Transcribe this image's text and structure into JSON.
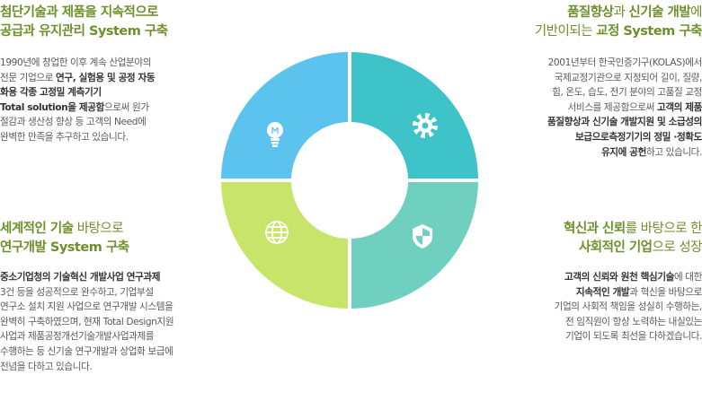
{
  "top_left": {
    "title_line1": "첨단기술과 제품을 지속적으로",
    "title_line2": "공급과 유지관리 System 구축",
    "body_l1": "1990년에 창업한 이후 계속 산업분야의",
    "body_l2a": "전문 기업으로 ",
    "body_l2b": "연구, 실험용 및 공정 자동",
    "body_l3": "화용 각종 고정밀 계측기기",
    "body_l4a": "Total solution을 제공함",
    "body_l4b": "으로써 원가",
    "body_l5": "절감과 생산성 향상 등 고객의 Need에",
    "body_l6": "완벽한 만족을 추구하고 있습니다."
  },
  "top_right": {
    "title_line1a": "품질향상",
    "title_line1b": "과 ",
    "title_line1c": "신기술 개발",
    "title_line1d": "에",
    "title_line2a": "기반이되는 ",
    "title_line2b": "교정 System 구축",
    "body_l1": "2001년부터 한국인증기구(KOLAS)에서",
    "body_l2": "국제교정기관으로 지정되어 길이, 질량,",
    "body_l3": "힘, 온도, 습도, 전기 분야의 고품질 교정",
    "body_l4a": "서비스를 제공함으로써 ",
    "body_l4b": "고객의 제품",
    "body_l5": "품질향상과 신기술 개발지원 및 소급성의",
    "body_l6": "보급으로측정기기의 정밀 ·정확도",
    "body_l7a": "유지에 공헌",
    "body_l7b": "하고 있습니다."
  },
  "bottom_left": {
    "title_line1a": "세계적인 기술",
    "title_line1b": " 바탕으로",
    "title_line2": "연구개발 System 구축",
    "body_l1": "중소기업청의 기술혁신 개발사업 연구과제",
    "body_l2": "3건 등을 성공적으로 완수하고, 기업부설",
    "body_l3": "연구소 설치 지원 사업으로 연구개발 시스템을",
    "body_l4": "완벽히 구축하였으며, 현재 Total Design지원",
    "body_l5": "사업과 제품공정개선기술개발사업과제를",
    "body_l6": "수행하는 등 신기술 연구개발과 상업화 보급에",
    "body_l7": "전념을 다하고 있습니다."
  },
  "bottom_right": {
    "title_line1a": "혁신과 신뢰",
    "title_line1b": "를 바탕으로 한",
    "title_line2a": "사회적인 기업",
    "title_line2b": "으로 성장",
    "body_l1a": "고객의 신뢰와 원천 핵심기술",
    "body_l1b": "에 대한",
    "body_l2a": "지속적인 개발",
    "body_l2b": "과 혁신을 바탕으로",
    "body_l3": "기업의 사회적 책임을 성실히 수행하는,",
    "body_l4": "전 임직원이 항상 노력하는 내실있는",
    "body_l5": "기업이 되도록 최선을 다하겠습니다."
  },
  "ring": {
    "segments": [
      {
        "name": "top-left",
        "color": "#5cc2ee",
        "icon": "lightbulb-icon"
      },
      {
        "name": "top-right",
        "color": "#3dc3c8",
        "icon": "gear-icon"
      },
      {
        "name": "bottom-right",
        "color": "#6fd0c0",
        "icon": "shield-icon"
      },
      {
        "name": "bottom-left",
        "color": "#c9e46a",
        "icon": "globe-icon"
      }
    ]
  },
  "colors": {
    "title_green": "#6f8f2b",
    "body_gray": "#5a5a5a"
  }
}
